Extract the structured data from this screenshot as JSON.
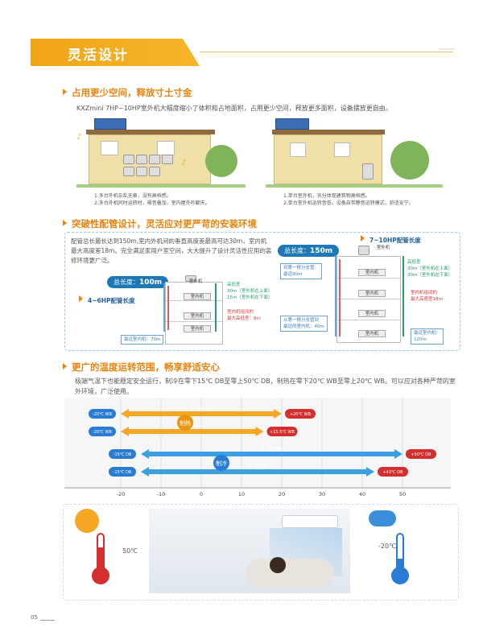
{
  "header": {
    "title": "灵活设计"
  },
  "section1": {
    "title": "占用更少空间，释放寸土寸金",
    "desc": "KXZmini 7HP~10HP室外机大幅度缩小了体积和占地面积，占用更少空间，释放更多面积，设备摆放更自由。",
    "left_notes": [
      "1.多台外机杂乱无章，没有高档感。",
      "2.多台外机同时运转时，噪音叠加，室内屋外吵翻天。"
    ],
    "right_notes": [
      "1.单台室外机，充分体现建筑物高档感。",
      "2.单台室外机运转音低，设备自带静音运转模式，舒适安宁。"
    ]
  },
  "section2": {
    "title": "突破性配管设计，灵活应对更严苛的安装环境",
    "desc": "配管总长最长达到150m,室内外机间的垂直高度差最高可达30m，室内机最大高度差18m。完全满足家用户室空间，大大提升了设计灵活性应用的装修环境更广泛。",
    "left": {
      "total_label": "总长度：",
      "total_value": "100m",
      "title": "4~6HP配管长度",
      "outdoor": "室外机",
      "indoor": "室内机",
      "height_diff": "高低差\n30m（室外机在上面）\n15m（室外机在下面）",
      "indoor_diff": "室内机组间的\n最大高低差：8m",
      "farthest": "最远室内机：70m"
    },
    "right": {
      "total_label": "总长度：",
      "total_value": "150m",
      "title": "7~10HP配管长度",
      "outdoor": "室外机",
      "indoor": "室内机",
      "first_branch": "到第一根分支管：\n最远90m",
      "first_branch2": "从第一根分支管到\n最远的室内机：40m",
      "height_diff": "高低差\n30m（室外机在上面）\n30m（室外机在下面）",
      "indoor_diff": "室内机组间的\n最大高度差18m",
      "farthest": "最远室内机：\n120m"
    }
  },
  "section3": {
    "title": "更广的温度运转范围，畅享舒适安心",
    "desc": "极端气温下也能稳定安全运行，制冷在零下15℃ DB至零上50℃ DB，制热在零下20℃ WB至零上20℃ WB。可以应对各种严苛的室外环境，广泛使用。"
  },
  "chart_data": {
    "type": "range-bar",
    "x_ticks": [
      "-20",
      "-10",
      "0",
      "10",
      "20",
      "30",
      "40",
      "50"
    ],
    "xlim": [
      -30,
      60
    ],
    "groups": [
      {
        "mode": "制热",
        "color": "#f5a623",
        "bars": [
          {
            "label": "7~10 HP",
            "from": -20,
            "to": 20,
            "from_label": "-20℃ WB",
            "to_label": "+20℃ WB"
          },
          {
            "label": "4~6 HP",
            "from": -20,
            "to": 15.5,
            "from_label": "-20℃ WB",
            "to_label": "+15.5℃ WB"
          }
        ]
      },
      {
        "mode": "制冷",
        "color": "#3b9fe0",
        "bars": [
          {
            "label": "7~10 HP",
            "from": -15,
            "to": 50,
            "from_label": "-15℃ DB",
            "to_label": "+50℃ DB"
          },
          {
            "label": "4~6 HP",
            "from": -15,
            "to": 43,
            "from_label": "-15℃ DB",
            "to_label": "+43℃ DB"
          }
        ]
      }
    ]
  },
  "thermometers": {
    "hot": "50℃",
    "cold": "-20℃"
  },
  "footer": {
    "page": "05"
  }
}
